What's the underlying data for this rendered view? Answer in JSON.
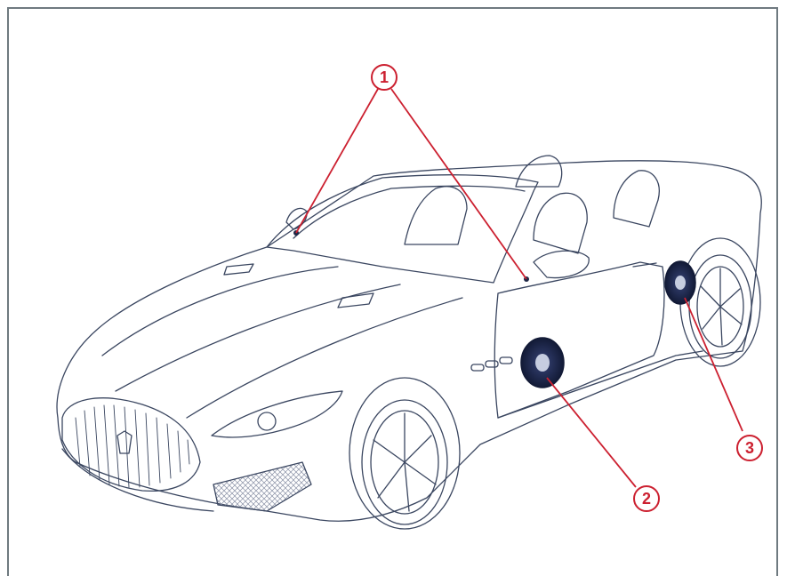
{
  "diagram": {
    "callouts": [
      {
        "label": "1"
      },
      {
        "label": "2"
      },
      {
        "label": "3"
      }
    ],
    "colors": {
      "line": "#3a4660",
      "callout": "#cc2030",
      "speaker": "#1d2746",
      "frame": "#6f7a80"
    }
  }
}
